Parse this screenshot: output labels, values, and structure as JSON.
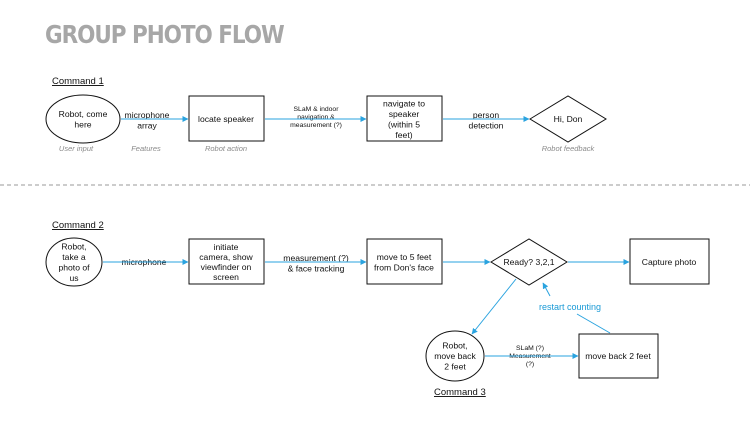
{
  "title": "GROUP PHOTO FLOW",
  "colors": {
    "arrow": "#2aa3df",
    "accent_text": "#1a9ad6",
    "title": "#a7a7a7",
    "caption": "#8a8a8a"
  },
  "command1": {
    "label": "Command 1",
    "user_input": "Robot, come here",
    "edge1": "microphone array",
    "box1": "locate speaker",
    "edge2": "SLaM & indoor navigation & measurement (?)",
    "box2": "navigate to speaker (within 5 feet)",
    "edge3": "person detection",
    "feedback": "Hi, Don",
    "captions": {
      "user_input": "User input",
      "features": "Features",
      "robot_action": "Robot action",
      "robot_feedback": "Robot feedback"
    }
  },
  "command2": {
    "label": "Command 2",
    "user_input": "Robot, take a photo of us",
    "edge1": "microphone",
    "box1": "initiate camera, show viewfinder on screen",
    "edge2": "measurement (?) & face tracking",
    "box2": "move to 5 feet from Don's face",
    "decision": "Ready? 3,2,1",
    "box3": "Capture photo",
    "restart": "restart counting"
  },
  "command3": {
    "label": "Command 3",
    "user_input": "Robot, move back 2 feet",
    "edge": "SLaM (?) Measurement (?)",
    "box": "move back 2 feet"
  }
}
